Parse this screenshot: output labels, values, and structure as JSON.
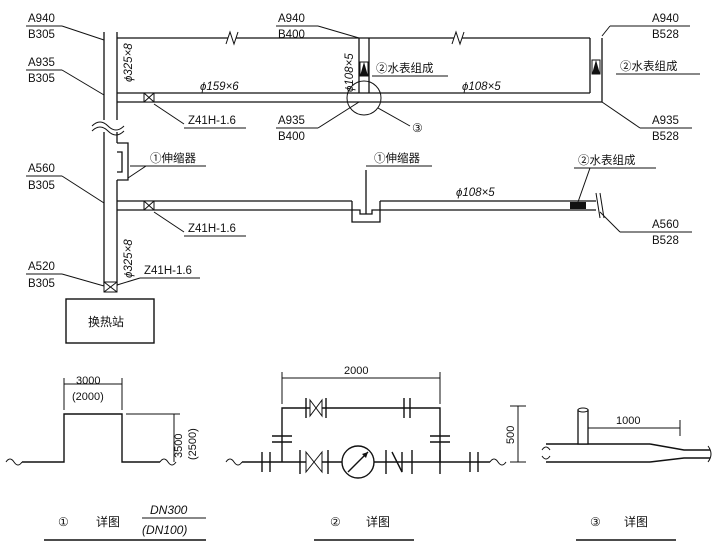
{
  "labels": {
    "a940_left": "A940",
    "b305_left1": "B305",
    "a935_left": "A935",
    "b305_left2": "B305",
    "a560_left": "A560",
    "b305_left3": "B305",
    "a520_left": "A520",
    "b305_left4": "B305",
    "a940_mid": "A940",
    "b400_mid": "B400",
    "a935_mid": "A935",
    "b400_mid2": "B400",
    "a940_right": "A940",
    "b528_right1": "B528",
    "a935_right": "A935",
    "b528_right2": "B528",
    "a560_right": "A560",
    "b528_right3": "B528",
    "pipe_325_upper": "ϕ325×8",
    "pipe_325_lower": "ϕ325×8",
    "pipe_108_vert": "ϕ108×5",
    "pipe_159": "ϕ159×6",
    "pipe_108_top": "ϕ108×5",
    "pipe_108_bottom": "ϕ108×5",
    "valve_1": "Z41H-1.6",
    "valve_2": "Z41H-1.6",
    "valve_3": "Z41H-1.6",
    "meter_mid": "②水表组成",
    "meter_right_top": "②水表组成",
    "meter_right_bottom": "②水表组成",
    "expansion_left": "①伸缩器",
    "expansion_mid": "①伸缩器",
    "detail_3_marker": "③",
    "station": "换热站"
  },
  "details": {
    "d1_width": "3000",
    "d1_width_alt": "(2000)",
    "d1_height": "3500",
    "d1_height_alt": "(2500)",
    "d1_caption_num": "①",
    "d1_caption_text": "详图",
    "d1_frac_top": "DN300",
    "d1_frac_bottom": "(DN100)",
    "d2_width": "2000",
    "d2_height": "500",
    "d2_caption_num": "②",
    "d2_caption_text": "详图",
    "d3_length": "1000",
    "d3_caption_num": "③",
    "d3_caption_text": "详图"
  }
}
